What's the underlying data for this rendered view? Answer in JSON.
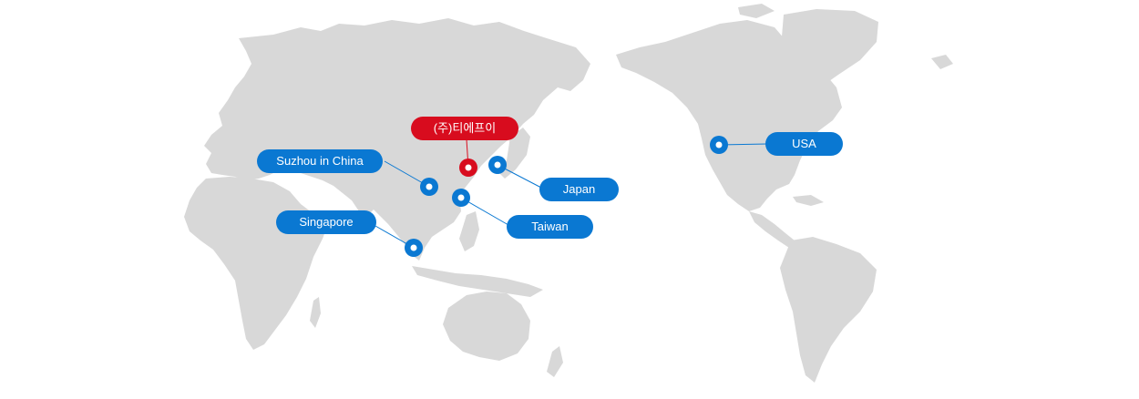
{
  "colors": {
    "land": "#d8d8d8",
    "office": "#0a78d2",
    "hq": "#d80c1e"
  },
  "locations": {
    "hq": {
      "name": "(주)티에프이",
      "type": "headquarters"
    },
    "suzhou": {
      "name": "Suzhou in China",
      "type": "office"
    },
    "singapore": {
      "name": "Singapore",
      "type": "office"
    },
    "japan": {
      "name": "Japan",
      "type": "office"
    },
    "taiwan": {
      "name": "Taiwan",
      "type": "office"
    },
    "usa": {
      "name": "USA",
      "type": "office"
    }
  }
}
